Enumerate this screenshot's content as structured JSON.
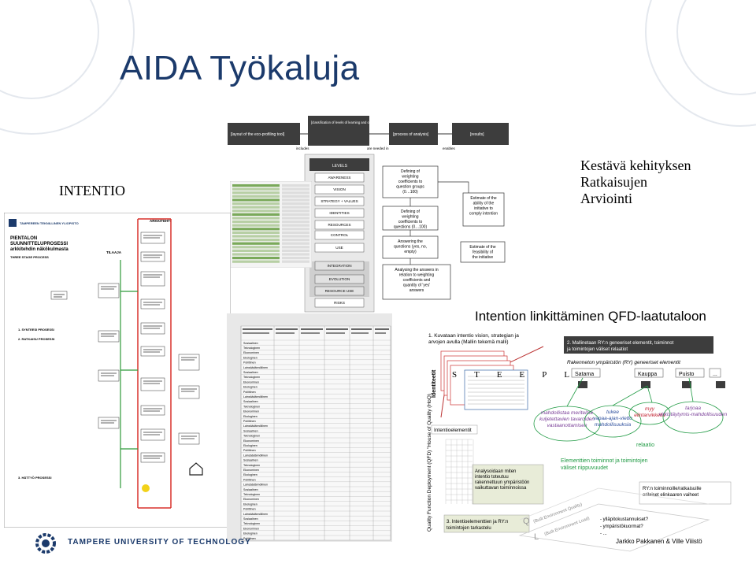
{
  "slide": {
    "title": "AIDA Työkaluja",
    "left_label": "INTENTIO",
    "right_notes": [
      "Kestävä kehityksen",
      "Ratkaisujen",
      "Arviointi"
    ],
    "qfd_title": "Intention linkittäminen QFD-laatutaloon",
    "footer": "TAMPERE UNIVERSITY OF TECHNOLOGY",
    "credit": "Jarkko Pakkanen & Ville Viiistö"
  },
  "flow": {
    "top_boxes": [
      "[layout of the eco-profiling tool]",
      "[classification of levels of learning and communication for evaluation and co-developement",
      "[process of analysis]",
      "[results]"
    ],
    "top_links": [
      "includes",
      "are needed in",
      "enables"
    ],
    "levels_header": "LEVELS",
    "levels": [
      "AWARENESS",
      "VISION",
      "STRATEGY + VALUES",
      "IDENTITIES",
      "RESOURCES",
      "CONTROL",
      "USE",
      "INTEGRATION",
      "EVOLUTION",
      "RESOURCE USE",
      "RISKS"
    ],
    "steps": [
      "Defining of weighting coefficients to question groups (0…100)",
      "Defining of weighting coefficients to questions (0…100)",
      "Answering the questions (yes, no, empty)",
      "Analysing the answers in relation to weighting coefficients and quantity of 'yes' answers"
    ],
    "results": [
      "Estimate of the ability of the initiative to comply intention",
      "Estimate of the feasibility of the initiative"
    ]
  },
  "plan": {
    "header": "TAMPEREEN TEKNILLINEN YLIOPISTO",
    "title_lines": [
      "PIENTALON",
      "SUUNNITTELUPROSESSI",
      "arkkitehdin näkökulmasta"
    ],
    "subtitle": "THREE STAGE PROCESS",
    "column_a": "TILAAJA",
    "column_b": "ARKKITEHTI",
    "phases": [
      "1. SYNTEESI PROSESSI",
      "2. RATKAISU PROSESSI",
      "3. HÄTTYÖ PROSESSI"
    ]
  },
  "table": {
    "row_labels": [
      "Sosiaalinen",
      "Teknologinen",
      "Ekonominen",
      "Ekologinen",
      "Poliittinen",
      "Lainsäädännöllinen"
    ]
  },
  "qfd": {
    "step1": "1. Kuvataan intentio vision, strategian ja arvojen avulla (Mallin tekemä malli)",
    "step2": "2. Mallinetaan RY:n geneeriset elementit, toiminnot ja toimintojen väliset relaatiot",
    "steepl": "STEEPL",
    "identiteetit": "Identiteetit",
    "intentioelementit": "Intentioelementit",
    "environment": "Rakenneton ympäristön (RY) geneeriset elementit",
    "actors": [
      "Satama",
      "Kauppa",
      "Puisto",
      "..."
    ],
    "bubbles": [
      "mahdollistaa meriteitse kuljetettavien tavaroiden vastaanottamisen",
      "tukee vapaa-ajan-vietto mahdollisuuksia",
      "myy elintarvikkeita",
      "tarjoaa virkistäytymis-mahdollisuuden"
    ],
    "relation": "relaatio",
    "dependency": "Elementtien toiminnot ja toimintojen väliset riippuvuudet",
    "analysis": "Analysoidaan miten intentio toteutuu rakennettuun ympäristöön vaikuttavan toiminnoissa",
    "step3": "3. Intentioelementtien ja RY:n toimintojen tarkastelu",
    "ry_note": "RY:n toiminnoille/ratkaisuille erilaiset elinkaaren vaiheet",
    "costs": [
      "- ylläpitokustannukset?",
      "- ympäristökuormat?",
      "- ..."
    ],
    "vertical": "Quality Function Deployment (QFD) \"House of Quality (HoQ)",
    "house_labels": [
      "(Built Environment Quality)",
      "(Built Environment Load)"
    ],
    "house_letters": [
      "Q",
      "L"
    ]
  },
  "colors": {
    "title": "#1b3a6b",
    "plan_red": "#d8312b",
    "plan_green": "#2e9a3a",
    "dark_box": "#3a3a3a",
    "green": "#1f9a43",
    "purple_bubble": "#7a3f98",
    "blue_bubble": "#2d4f9d",
    "red_bubble": "#c11f2e",
    "sheet_green": "#7aa95a"
  }
}
